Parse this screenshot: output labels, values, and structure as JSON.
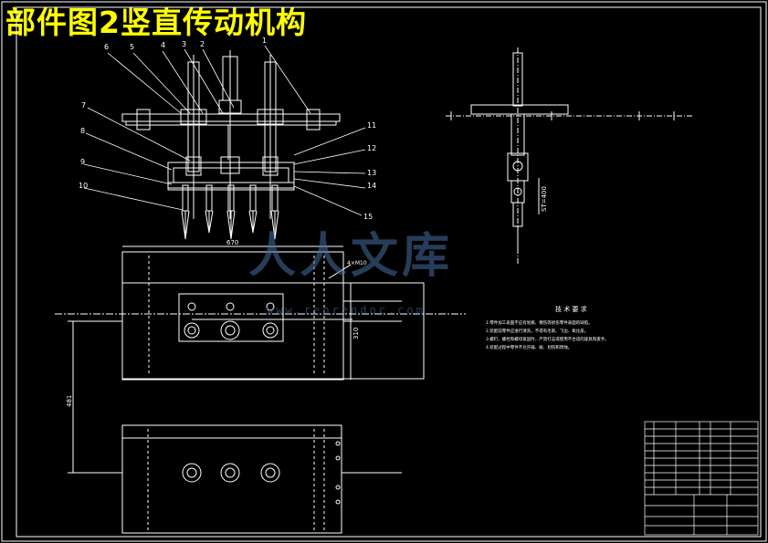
{
  "title": "部件图2竖直传动机构",
  "watermark": {
    "text": "人人文库",
    "url": "www.renrendoc.com"
  },
  "balloons_left": [
    "6",
    "5",
    "4",
    "3",
    "2",
    "1"
  ],
  "balloons_side_left": [
    "7",
    "8",
    "9",
    "10"
  ],
  "balloons_side_right": [
    "11",
    "12",
    "13",
    "14",
    "15"
  ],
  "dims": {
    "plan_width": "670",
    "plan_right_height": "310",
    "plan_left_height": "481",
    "hole_callout": "4×M10",
    "side_stroke": "ST=400"
  },
  "tech_req": {
    "title": "技 术 要 求",
    "items": [
      "1.零件加工表面不应有划痕、擦伤等损伤零件表面的缺陷。",
      "2.装配前零件应进行清洗，不得有毛刺、飞边、氧化皮。",
      "3.螺钉、螺栓和螺母紧固时，严禁打击或使用不合适的旋具和扳手。",
      "4.装配过程中零件不允许磕、碰、划伤和锈蚀。"
    ]
  },
  "colors": {
    "background": "#000000",
    "line": "#ffffff",
    "title": "#ffff00",
    "watermark": "#466ea0"
  }
}
